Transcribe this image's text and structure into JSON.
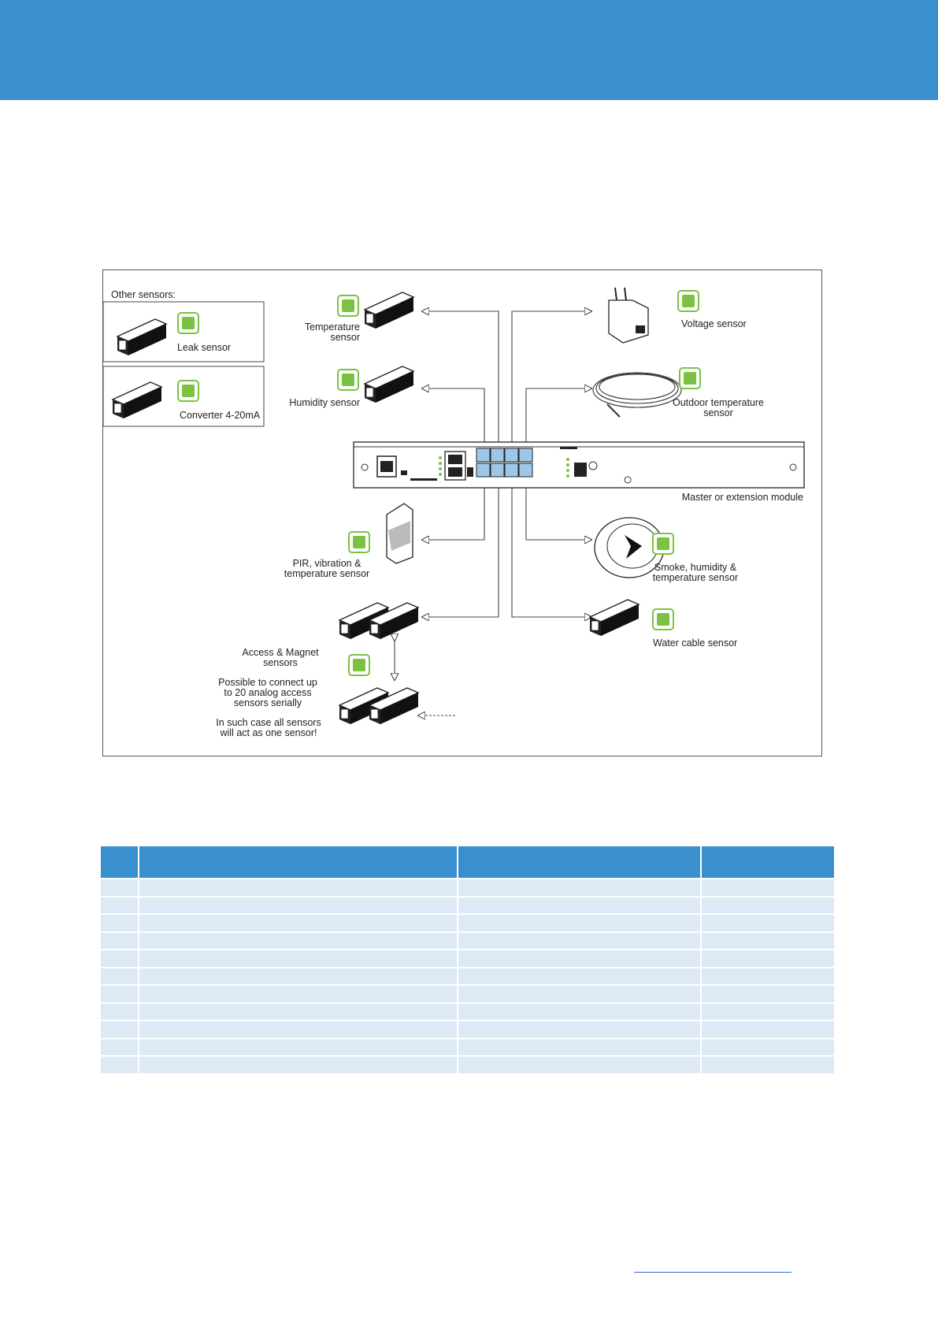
{
  "diagram": {
    "other_sensors_title": "Other sensors:",
    "sensors": {
      "leak": "Leak sensor",
      "converter": "Converter 4-20mA",
      "temperature": [
        "Temperature",
        "sensor"
      ],
      "humidity": "Humidity sensor",
      "voltage": "Voltage sensor",
      "outdoor_temperature": [
        "Outdoor temperature",
        "sensor"
      ],
      "master": "Master or extension module",
      "pir": [
        "PIR, vibration &",
        "temperature sensor"
      ],
      "smoke": [
        "Smoke, humidity &",
        "temperature sensor"
      ],
      "water_cable": "Water cable sensor",
      "access": [
        "Access & Magnet",
        "sensors"
      ],
      "serial_note": [
        "Possible to connect up",
        "to 20 analog access",
        "sensors serially"
      ],
      "one_sensor_note": [
        "In such case all sensors",
        "will act as one sensor!"
      ]
    },
    "icon_color": "#7cc242"
  },
  "table": {
    "rows": 11,
    "columns": 4
  }
}
